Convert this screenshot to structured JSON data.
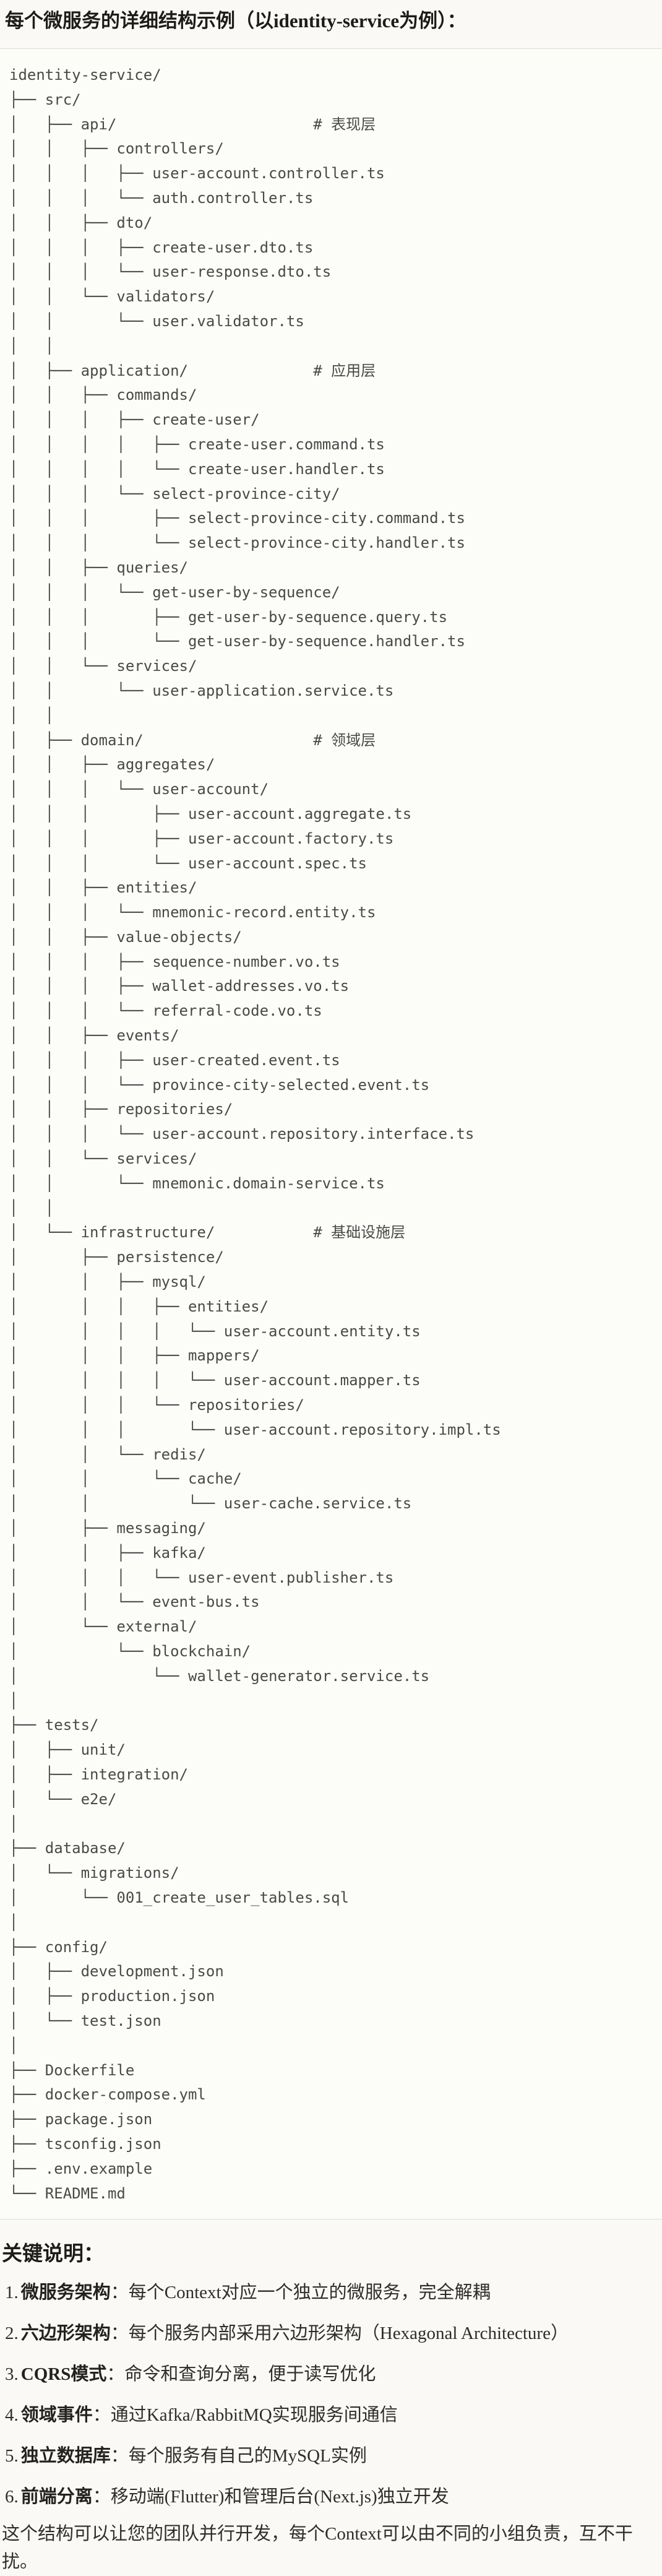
{
  "page": {
    "title": "每个微服务的详细结构示例（以identity-service为例）：",
    "colors": {
      "page_background": "#FAF9F5",
      "code_background": "#FCFCF9",
      "code_border": "#E0DED5",
      "code_text": "#494A47",
      "heading_text": "#1D1C18",
      "body_text": "#2E2D29"
    }
  },
  "code_block": {
    "language": "plaintext-tree",
    "lines": [
      "identity-service/",
      "├── src/",
      "│   ├── api/                      # 表现层",
      "│   │   ├── controllers/",
      "│   │   │   ├── user-account.controller.ts",
      "│   │   │   └── auth.controller.ts",
      "│   │   ├── dto/",
      "│   │   │   ├── create-user.dto.ts",
      "│   │   │   └── user-response.dto.ts",
      "│   │   └── validators/",
      "│   │       └── user.validator.ts",
      "│   │",
      "│   ├── application/              # 应用层",
      "│   │   ├── commands/",
      "│   │   │   ├── create-user/",
      "│   │   │   │   ├── create-user.command.ts",
      "│   │   │   │   └── create-user.handler.ts",
      "│   │   │   └── select-province-city/",
      "│   │   │       ├── select-province-city.command.ts",
      "│   │   │       └── select-province-city.handler.ts",
      "│   │   ├── queries/",
      "│   │   │   └── get-user-by-sequence/",
      "│   │   │       ├── get-user-by-sequence.query.ts",
      "│   │   │       └── get-user-by-sequence.handler.ts",
      "│   │   └── services/",
      "│   │       └── user-application.service.ts",
      "│   │",
      "│   ├── domain/                   # 领域层",
      "│   │   ├── aggregates/",
      "│   │   │   └── user-account/",
      "│   │   │       ├── user-account.aggregate.ts",
      "│   │   │       ├── user-account.factory.ts",
      "│   │   │       └── user-account.spec.ts",
      "│   │   ├── entities/",
      "│   │   │   └── mnemonic-record.entity.ts",
      "│   │   ├── value-objects/",
      "│   │   │   ├── sequence-number.vo.ts",
      "│   │   │   ├── wallet-addresses.vo.ts",
      "│   │   │   └── referral-code.vo.ts",
      "│   │   ├── events/",
      "│   │   │   ├── user-created.event.ts",
      "│   │   │   └── province-city-selected.event.ts",
      "│   │   ├── repositories/",
      "│   │   │   └── user-account.repository.interface.ts",
      "│   │   └── services/",
      "│   │       └── mnemonic.domain-service.ts",
      "│   │",
      "│   └── infrastructure/           # 基础设施层",
      "│       ├── persistence/",
      "│       │   ├── mysql/",
      "│       │   │   ├── entities/",
      "│       │   │   │   └── user-account.entity.ts",
      "│       │   │   ├── mappers/",
      "│       │   │   │   └── user-account.mapper.ts",
      "│       │   │   └── repositories/",
      "│       │   │       └── user-account.repository.impl.ts",
      "│       │   └── redis/",
      "│       │       └── cache/",
      "│       │           └── user-cache.service.ts",
      "│       ├── messaging/",
      "│       │   ├── kafka/",
      "│       │   │   └── user-event.publisher.ts",
      "│       │   └── event-bus.ts",
      "│       └── external/",
      "│           └── blockchain/",
      "│               └── wallet-generator.service.ts",
      "│",
      "├── tests/",
      "│   ├── unit/",
      "│   ├── integration/",
      "│   └── e2e/",
      "│",
      "├── database/",
      "│   └── migrations/",
      "│       └── 001_create_user_tables.sql",
      "│",
      "├── config/",
      "│   ├── development.json",
      "│   ├── production.json",
      "│   └── test.json",
      "│",
      "├── Dockerfile",
      "├── docker-compose.yml",
      "├── package.json",
      "├── tsconfig.json",
      "├── .env.example",
      "└── README.md"
    ]
  },
  "notes": {
    "heading": "关键说明：",
    "items": [
      {
        "num": "1.",
        "label": "微服务架构",
        "desc": "：每个Context对应一个独立的微服务，完全解耦"
      },
      {
        "num": "2.",
        "label": "六边形架构",
        "desc": "：每个服务内部采用六边形架构（Hexagonal Architecture）"
      },
      {
        "num": "3.",
        "label": "CQRS模式",
        "desc": "：命令和查询分离，便于读写优化"
      },
      {
        "num": "4.",
        "label": "领域事件",
        "desc": "：通过Kafka/RabbitMQ实现服务间通信"
      },
      {
        "num": "5.",
        "label": "独立数据库",
        "desc": "：每个服务有自己的MySQL实例"
      },
      {
        "num": "6.",
        "label": "前端分离",
        "desc": "：移动端(Flutter)和管理后台(Next.js)独立开发"
      }
    ],
    "closing": "这个结构可以让您的团队并行开发，每个Context可以由不同的小组负责，互不干扰。"
  }
}
